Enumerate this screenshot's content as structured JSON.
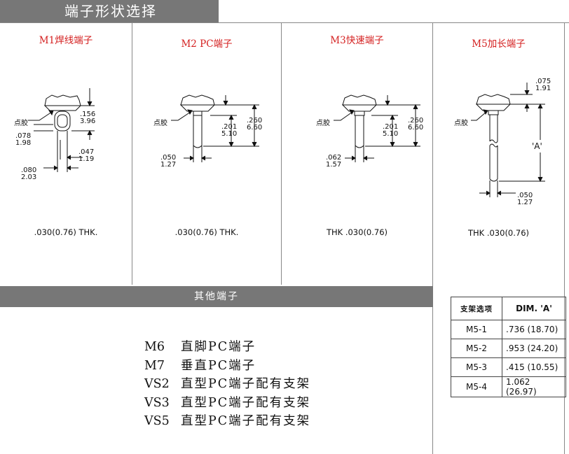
{
  "header": {
    "title": "端子形状选择"
  },
  "terminals": [
    {
      "title": "M1焊线端子",
      "thickness": ".030(0.76) THK.",
      "label": "点胶",
      "dims": {
        "a_in": ".156",
        "a_mm": "3.96",
        "b_in": ".078",
        "b_mm": "1.98",
        "c_in": ".047",
        "c_mm": "1.19",
        "d_in": ".080",
        "d_mm": "2.03"
      }
    },
    {
      "title": "M2 PC端子",
      "thickness": ".030(0.76) THK.",
      "label": "点胶",
      "dims": {
        "a_in": ".260",
        "a_mm": "6.60",
        "b_in": ".201",
        "b_mm": "5.10",
        "c_in": ".050",
        "c_mm": "1.27"
      }
    },
    {
      "title": "M3快速端子",
      "thickness": "THK .030(0.76)",
      "label": "点胶",
      "dims": {
        "a_in": ".260",
        "a_mm": "6.60",
        "b_in": ".201",
        "b_mm": "5.10",
        "c_in": ".062",
        "c_mm": "1.57"
      }
    },
    {
      "title": "M5加长端子",
      "thickness": "THK .030(0.76)",
      "label": "点胶",
      "dims": {
        "a_in": ".075",
        "a_mm": "1.91",
        "a_label": "'A'",
        "c_in": ".050",
        "c_mm": "1.27"
      }
    }
  ],
  "other": {
    "title": "其他端子",
    "items": [
      {
        "code": "M6",
        "desc": "直脚PC端子"
      },
      {
        "code": "M7",
        "desc": "垂直PC端子"
      },
      {
        "code": "VS2",
        "desc": "直型PC端子配有支架"
      },
      {
        "code": "VS3",
        "desc": "直型PC端子配有支架"
      },
      {
        "code": "VS5",
        "desc": "直型PC端子配有支架"
      }
    ]
  },
  "options_table": {
    "headers": [
      "支架选项",
      "DIM. 'A'"
    ],
    "rows": [
      [
        "M5-1",
        ".736 (18.70)"
      ],
      [
        "M5-2",
        ".953 (24.20)"
      ],
      [
        "M5-3",
        ".415 (10.55)"
      ],
      [
        "M5-4",
        "1.062 (26.97)"
      ]
    ]
  }
}
